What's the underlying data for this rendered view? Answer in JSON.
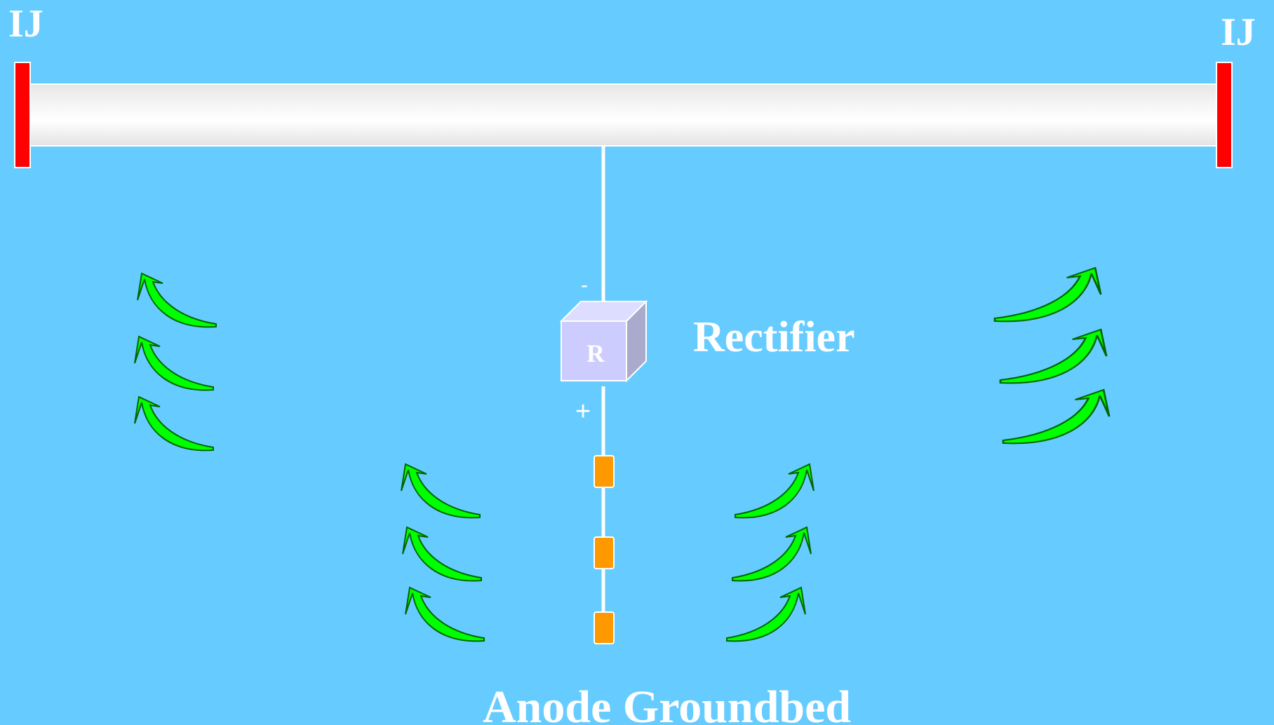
{
  "labels": {
    "ij_left": "IJ",
    "ij_right": "IJ",
    "rectifier": "Rectifier",
    "rectifier_box": "R",
    "negative_terminal": "-",
    "positive_terminal": "+",
    "anode_groundbed": "Anode Groundbed"
  },
  "colors": {
    "background": "#66CCFF",
    "pipe": "#F2F2F2",
    "insulating_joint": "#FF0000",
    "arrow": "#00FF00",
    "arrow_outline": "#008000",
    "anode": "#FF9900",
    "rectifier_box": "#CCCCFF",
    "wire": "#FFFFFF"
  },
  "icons": [
    "insulating-joint",
    "rectifier-box",
    "anode",
    "current-arrow"
  ]
}
